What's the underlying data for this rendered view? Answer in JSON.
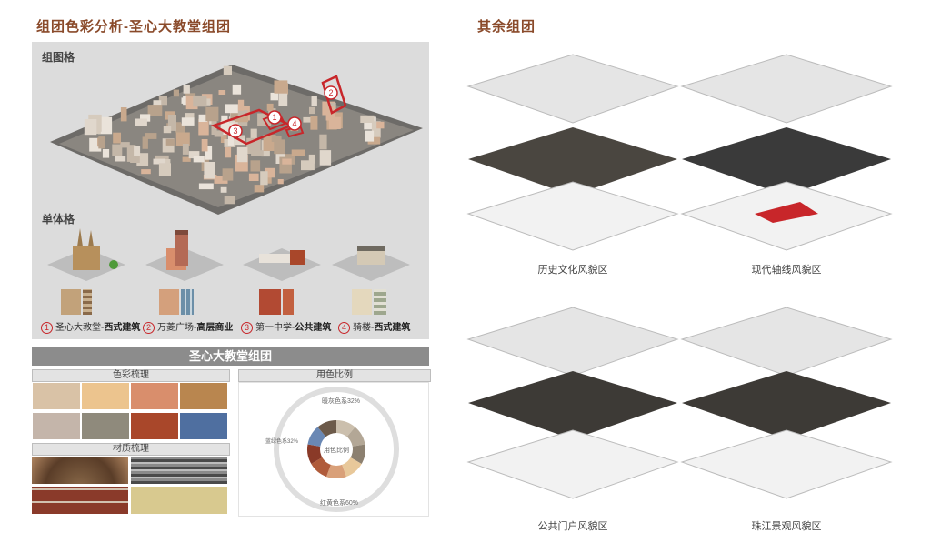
{
  "left_title": "组团色彩分析-圣心大教堂组团",
  "right_title": "其余组团",
  "map_panel": {
    "group_label": "组图格",
    "single_label": "单体格",
    "markers": [
      "1",
      "2",
      "3",
      "4"
    ]
  },
  "singles": [
    {
      "num": "1",
      "name": "圣心大教堂-",
      "type": "西式建筑"
    },
    {
      "num": "2",
      "name": "万菱广场-",
      "type": "高层商业"
    },
    {
      "num": "3",
      "name": "第一中学-",
      "type": "公共建筑"
    },
    {
      "num": "4",
      "name": "骑楼-",
      "type": "西式建筑"
    }
  ],
  "cluster_bar": "圣心大教堂组团",
  "color_section": {
    "title": "色彩梳理",
    "swatches": [
      "#d9c2a6",
      "#ecc48e",
      "#d98e6c",
      "#b9864f",
      "#c4b5aa",
      "#8f8a7c",
      "#a9472a",
      "#4f6fa0"
    ]
  },
  "material_section": {
    "title": "材质梳理"
  },
  "ratio_section": {
    "title": "用色比例",
    "center": "用色比例",
    "label_top": "暖灰色系32%",
    "label_left": "蓝绿色系32%",
    "label_bottom": "红黄色系60%"
  },
  "stacks": [
    {
      "label": "历史文化风貌区"
    },
    {
      "label": "现代轴线风貌区"
    },
    {
      "label": "公共门户风貌区"
    },
    {
      "label": "珠江景观风貌区"
    }
  ]
}
